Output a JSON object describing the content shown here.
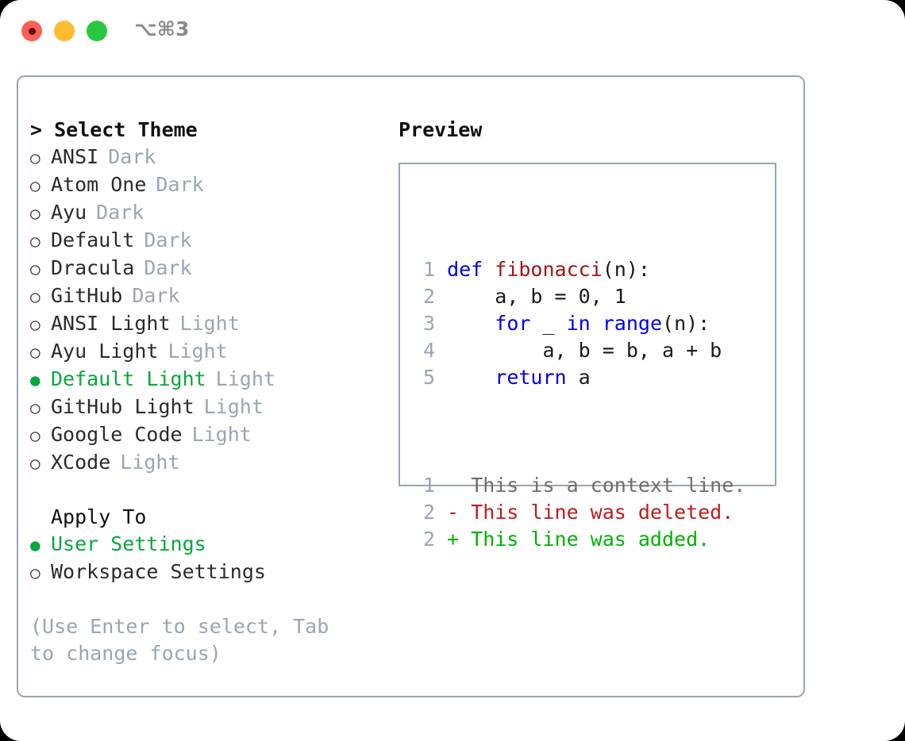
{
  "window": {
    "shortcut": "⌥⌘3",
    "traffic_lights": [
      "close",
      "minimize",
      "maximize"
    ],
    "accent_green": "#06a83a",
    "border_color": "#9aa5b4",
    "muted_color": "#9aa5b4"
  },
  "theme_list": {
    "header": "> Select Theme",
    "items": [
      {
        "bullet": "○",
        "label": "ANSI",
        "kind": "Dark",
        "selected": false
      },
      {
        "bullet": "○",
        "label": "Atom One",
        "kind": "Dark",
        "selected": false
      },
      {
        "bullet": "○",
        "label": "Ayu",
        "kind": "Dark",
        "selected": false
      },
      {
        "bullet": "○",
        "label": "Default",
        "kind": "Dark",
        "selected": false
      },
      {
        "bullet": "○",
        "label": "Dracula",
        "kind": "Dark",
        "selected": false
      },
      {
        "bullet": "○",
        "label": "GitHub",
        "kind": "Dark",
        "selected": false
      },
      {
        "bullet": "○",
        "label": "ANSI Light",
        "kind": "Light",
        "selected": false
      },
      {
        "bullet": "○",
        "label": "Ayu Light",
        "kind": "Light",
        "selected": false
      },
      {
        "bullet": "●",
        "label": "Default Light",
        "kind": "Light",
        "selected": true
      },
      {
        "bullet": "○",
        "label": "GitHub Light",
        "kind": "Light",
        "selected": false
      },
      {
        "bullet": "○",
        "label": "Google Code",
        "kind": "Light",
        "selected": false
      },
      {
        "bullet": "○",
        "label": "XCode",
        "kind": "Light",
        "selected": false
      }
    ]
  },
  "apply_to": {
    "title": "Apply To",
    "items": [
      {
        "bullet": "●",
        "label": "User Settings",
        "kind": "",
        "selected": true
      },
      {
        "bullet": "○",
        "label": "Workspace Settings",
        "kind": "",
        "selected": false
      }
    ]
  },
  "hint": "(Use Enter to select, Tab to change focus)",
  "preview": {
    "header": "Preview",
    "code_lines": [
      {
        "number": "1",
        "tokens": [
          {
            "t": " ",
            "c": "pl"
          },
          {
            "t": "def",
            "c": "kw"
          },
          {
            "t": " ",
            "c": "pl"
          },
          {
            "t": "fibonacci",
            "c": "fn"
          },
          {
            "t": "(n):",
            "c": "pl"
          }
        ]
      },
      {
        "number": "2",
        "tokens": [
          {
            "t": "     a, b = 0, 1",
            "c": "pl"
          }
        ]
      },
      {
        "number": "3",
        "tokens": [
          {
            "t": "     ",
            "c": "pl"
          },
          {
            "t": "for",
            "c": "kw"
          },
          {
            "t": " _ ",
            "c": "pl"
          },
          {
            "t": "in",
            "c": "kw"
          },
          {
            "t": " ",
            "c": "pl"
          },
          {
            "t": "range",
            "c": "kw"
          },
          {
            "t": "(n):",
            "c": "pl"
          }
        ]
      },
      {
        "number": "4",
        "tokens": [
          {
            "t": "         a, b = b, a + b",
            "c": "pl"
          }
        ]
      },
      {
        "number": "5",
        "tokens": [
          {
            "t": "     ",
            "c": "pl"
          },
          {
            "t": "return",
            "c": "kw"
          },
          {
            "t": " a",
            "c": "pl"
          }
        ]
      }
    ],
    "diff_lines": [
      {
        "number": "1",
        "marker": " ",
        "text": "  This is a context line.",
        "kind": "diff-ctx"
      },
      {
        "number": "2",
        "marker": " ",
        "text": "- This line was deleted.",
        "kind": "diff-del"
      },
      {
        "number": "2",
        "marker": " ",
        "text": "+ This line was added.",
        "kind": "diff-add"
      }
    ]
  }
}
